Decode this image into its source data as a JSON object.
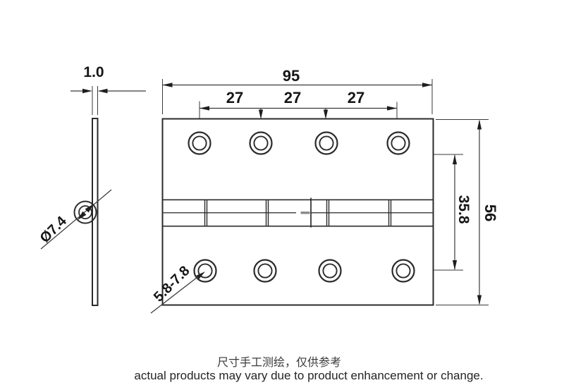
{
  "drawing": {
    "title_context": "hinge technical drawing, front view and side view",
    "dims": {
      "thickness": "1.0",
      "width": "95",
      "spacing": [
        "27",
        "27",
        "27"
      ],
      "height": "56",
      "inner_height": "35.8",
      "hole_diameter": "Ø7.4",
      "countersink": "5.8-7.8"
    },
    "notes": {
      "line1": "尺寸手工测绘，仅供参考",
      "line2": "actual products may vary due to product enhancement or change."
    },
    "colors": {
      "line": "#2b2b2b",
      "dimension_text": "#161616",
      "center_mark": "#8a8a8a",
      "background": "#ffffff"
    }
  }
}
